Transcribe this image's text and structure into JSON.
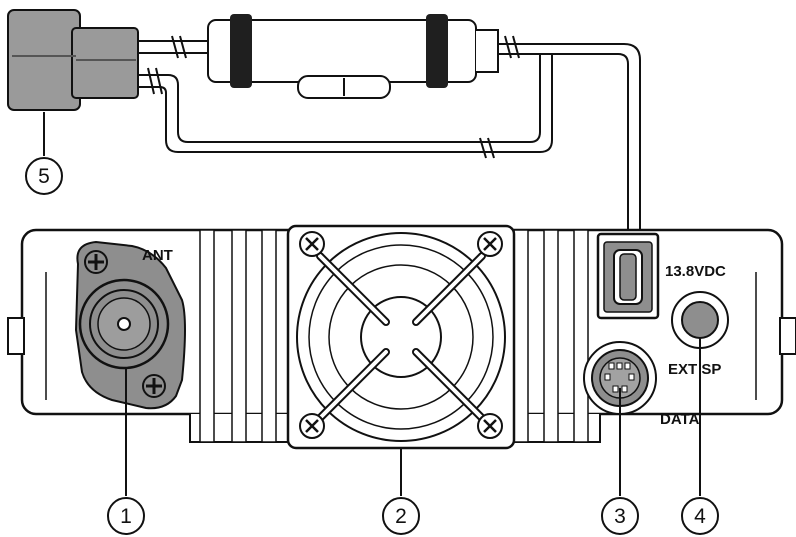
{
  "labels": {
    "ant": "ANT",
    "vdc": "13.8VDC",
    "ext_sp": "EXT SP",
    "data": "DATA"
  },
  "callouts": [
    "1",
    "2",
    "3",
    "4",
    "5"
  ],
  "colors": {
    "line": "#111111",
    "panel": "#ffffff",
    "plug_gray": "#9a9a9a",
    "connector_gray": "#8e8e8e",
    "dark_band": "#1f1f1f"
  }
}
